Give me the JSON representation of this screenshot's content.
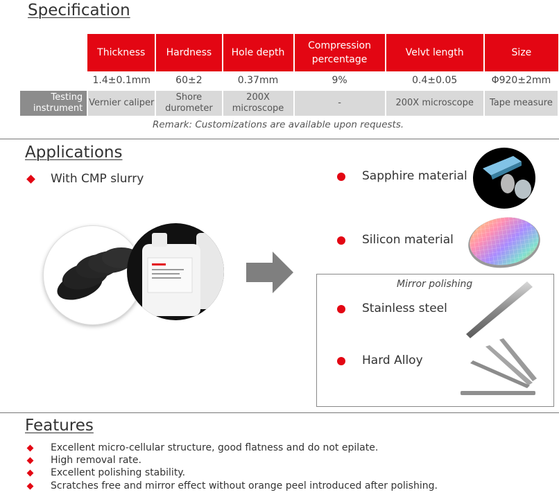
{
  "specification": {
    "title": "Specification",
    "headers": [
      "Thickness",
      "Hardness",
      "Hole depth",
      "Compression percentage",
      "Velvt length",
      "Size"
    ],
    "values": [
      "1.4±0.1mm",
      "60±2",
      "0.37mm",
      "9%",
      "0.4±0.05",
      "Φ920±2mm"
    ],
    "instrument_label": "Testing instrument",
    "instruments": [
      "Vernier caliper",
      "Shore durometer",
      "200X microscope",
      "-",
      "200X microscope",
      "Tape measure"
    ],
    "remark": "Remark: Customizations are available upon requests."
  },
  "applications": {
    "title": "Applications",
    "left_item": "With CMP slurry",
    "right_items": [
      "Sapphire material",
      "Silicon material"
    ],
    "mirror_box": {
      "title": "Mirror polishing",
      "items": [
        "Stainless steel",
        "Hard Alloy"
      ]
    }
  },
  "features": {
    "title": "Features",
    "items": [
      "Excellent micro-cellular structure, good flatness and do not epilate.",
      "High removal rate.",
      "Excellent polishing stability.",
      "Scratches free and mirror effect without orange peel introduced after polishing."
    ]
  },
  "colors": {
    "accent": "#e30613",
    "instrument_label_bg": "#8c8c8c",
    "instrument_bg": "#d9d9d9"
  }
}
